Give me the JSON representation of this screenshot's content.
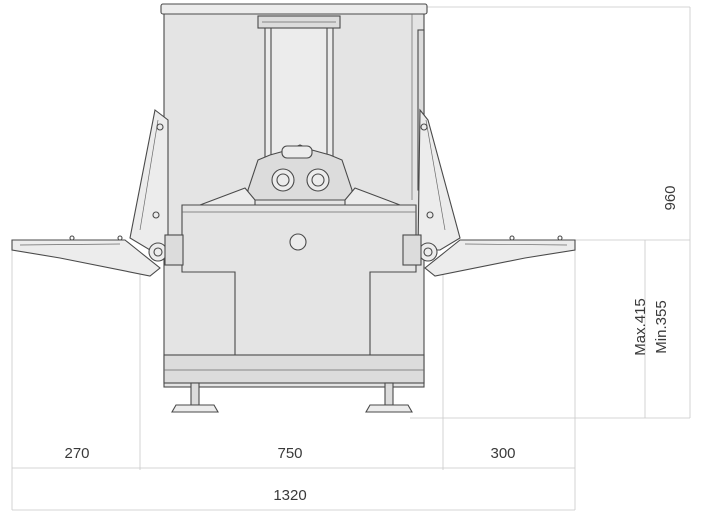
{
  "dimensions": {
    "overall_height": "960",
    "table_height_max": "Max.415",
    "table_height_min": "Min.355",
    "left_width": "270",
    "center_width": "750",
    "right_width": "300",
    "total_width": "1320"
  },
  "colors": {
    "machine_body": "#e4e4e4",
    "outline": "#4a4a4a",
    "dimension_line": "#c8c8c8",
    "dimension_text": "#3a3a3a"
  }
}
